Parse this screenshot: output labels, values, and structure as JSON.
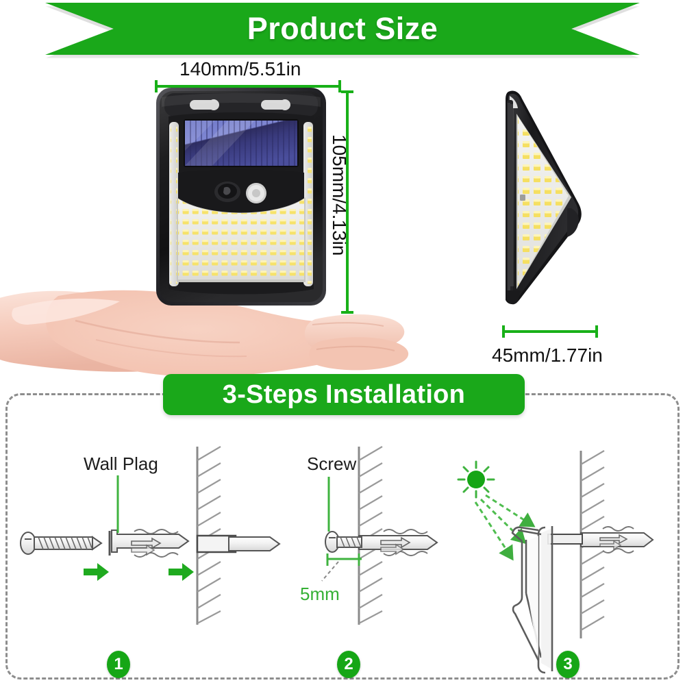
{
  "page": {
    "background": "#ffffff",
    "accent_green": "#1aa81a",
    "rule_green": "#18b018",
    "dashed_gray": "#8d8d8d"
  },
  "banner_top": {
    "title": "Product Size",
    "shape": "ribbon-notched",
    "color": "#1aa81a",
    "text_color": "#ffffff"
  },
  "banner_steps": {
    "title": "3-Steps Installation",
    "shape": "rounded-pill",
    "color": "#1aa81a",
    "text_color": "#ffffff"
  },
  "dimensions": {
    "width_label": "140mm/5.51in",
    "height_label": "105mm/4.13in",
    "depth_label": "45mm/1.77in"
  },
  "product": {
    "front_view_name": "solar-wall-light-front",
    "side_view_name": "solar-wall-light-side",
    "hand_name": "open-palm-holding-product"
  },
  "steps": [
    {
      "number": "1",
      "labels": [
        "Wall Plag"
      ],
      "icons": [
        "screw-icon",
        "arrow-right-icon",
        "wall-plug-icon",
        "arrow-right-icon",
        "hatched-wall-icon"
      ]
    },
    {
      "number": "2",
      "labels": [
        "Screw",
        "5mm"
      ],
      "icons": [
        "screw-in-plug-icon",
        "hatched-wall-icon",
        "gap-measure-icon"
      ]
    },
    {
      "number": "3",
      "labels": [],
      "icons": [
        "sun-icon",
        "sunlight-arrow-icon",
        "mounted-lamp-icon",
        "hatched-wall-icon"
      ]
    }
  ],
  "step_labels": {
    "wall_plug": "Wall Plag",
    "screw": "Screw",
    "gap": "5mm"
  },
  "step_numbers": {
    "one": "1",
    "two": "2",
    "three": "3"
  }
}
